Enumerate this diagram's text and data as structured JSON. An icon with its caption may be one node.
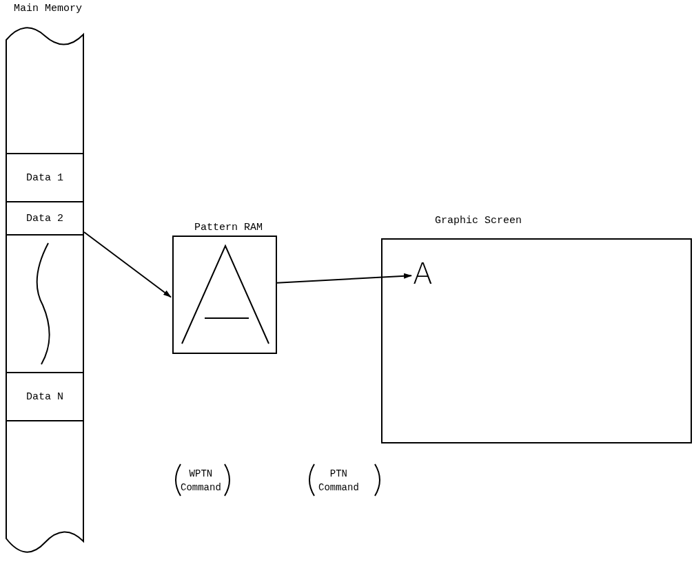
{
  "diagram": {
    "nodes": [
      {
        "text": [
          "Main Memory"
        ]
      },
      {
        "text": [
          "Data 1"
        ],
        "in": 0
      },
      {
        "text": [
          "Data 2"
        ],
        "in": 0
      },
      {
        "text": [],
        "shape": "box",
        "in": 0
      },
      {
        "text": [
          "Data N"
        ],
        "in": 0
      },
      {
        "text": [
          "Pattern RAM"
        ]
      },
      {
        "text": [
          "Graphic Screen"
        ]
      },
      {
        "text": [
          "A"
        ],
        "in": 6
      }
    ],
    "edges": [
      {
        "from": 2,
        "to": 5,
        "arrow": "to"
      },
      {
        "from": 5,
        "to": 7,
        "arrow": "to"
      }
    ],
    "labels": [
      "WPTN Command",
      "PTN Command"
    ]
  }
}
